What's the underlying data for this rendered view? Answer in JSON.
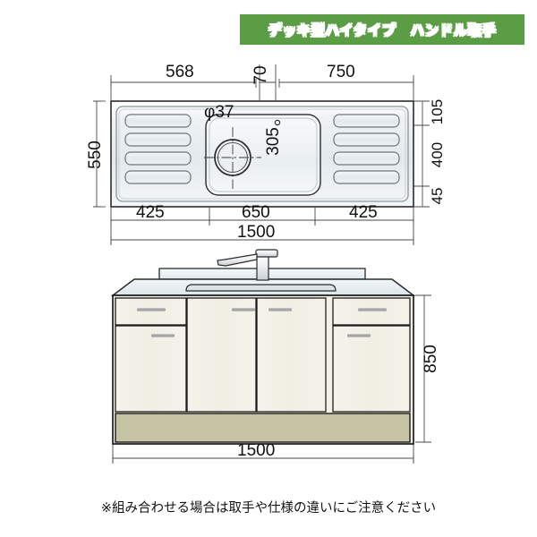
{
  "banner": {
    "text": "デッキ型ハイタイプ　ハンドル取手",
    "bg_color": "#5b9d45",
    "text_color": "#ffffff"
  },
  "top_view": {
    "label": "sink-top-view",
    "dimensions": {
      "top_left": "568",
      "top_center_vertical": "70",
      "top_right": "750",
      "left_vertical": "550",
      "right_top": "105",
      "right_middle": "400",
      "right_bottom": "45",
      "drain_diameter": "φ37",
      "drain_offset_vertical": "305",
      "bottom_left": "425",
      "bottom_center": "650",
      "bottom_right": "425",
      "bottom_total": "1500"
    },
    "features": {
      "left_ribs": 4,
      "right_ribs": 4,
      "basin": "center-sink-basin",
      "drain": "drain-hole"
    }
  },
  "front_view": {
    "label": "cabinet-front-view",
    "dimensions": {
      "right_vertical": "850",
      "bottom_total": "1500"
    },
    "panels": [
      {
        "name": "left-drawer",
        "type": "drawer"
      },
      {
        "name": "left-door",
        "type": "door"
      },
      {
        "name": "center-left-door",
        "type": "door"
      },
      {
        "name": "center-right-door",
        "type": "door"
      },
      {
        "name": "right-drawer",
        "type": "drawer"
      },
      {
        "name": "right-door",
        "type": "door"
      }
    ],
    "kickplate_color": "#c6c3a4",
    "door_color": "#f2f1e6",
    "counter_color": "#e8eef2",
    "faucet": "single-lever-faucet"
  },
  "footnote": {
    "text": "※組み合わせる場合は取手や仕様の違いにご注意ください"
  }
}
